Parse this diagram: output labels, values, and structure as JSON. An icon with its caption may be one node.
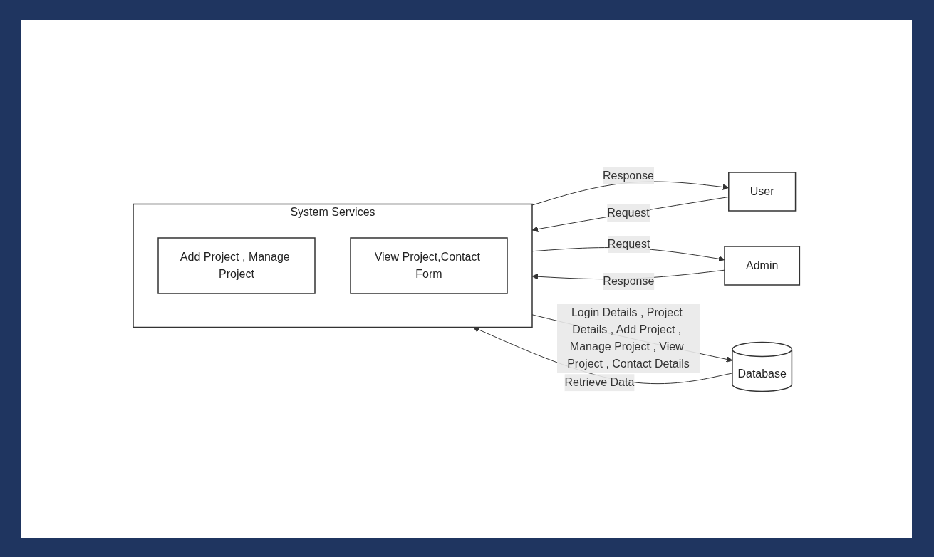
{
  "diagram": {
    "nodes": [
      {
        "text": [
          "User"
        ]
      },
      {
        "text": [
          "System Services"
        ]
      },
      {
        "text": [
          "Add Project , Manage Project"
        ],
        "in": 1
      },
      {
        "text": [
          "View Project,Contact Form"
        ],
        "in": 1
      },
      {
        "text": [
          "Admin"
        ]
      },
      {
        "text": [
          "Database"
        ]
      }
    ],
    "edges": [
      {
        "from": 0,
        "to": 1,
        "arrow": "to",
        "label": "Request"
      },
      {
        "from": 1,
        "to": 0,
        "arrow": "to",
        "label": "Response"
      },
      {
        "from": 4,
        "to": 1,
        "arrow": "to",
        "label": "Response"
      },
      {
        "from": 1,
        "to": 4,
        "arrow": "to",
        "label": "Request"
      },
      {
        "from": 5,
        "to": 1,
        "arrow": "to",
        "label": "Retrieve Data"
      },
      {
        "from": 1,
        "to": 5,
        "arrow": "to",
        "label": "Login Details , Project Details , Add Project , Manage Project , View Project , Contact Details"
      }
    ]
  }
}
